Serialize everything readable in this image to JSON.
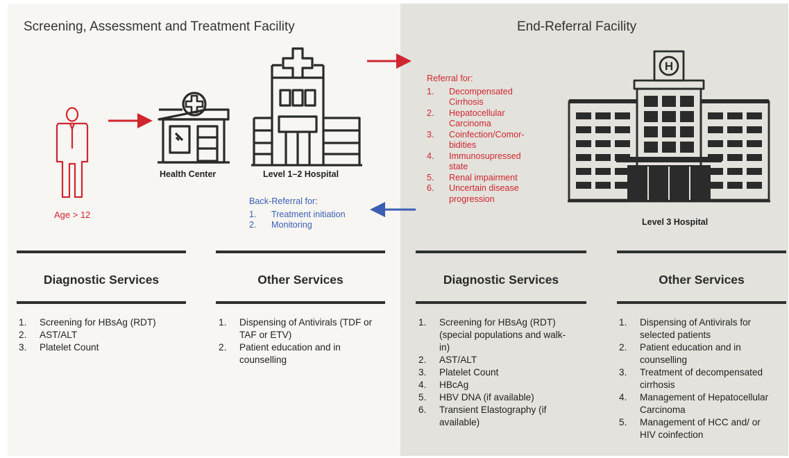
{
  "left_panel": {
    "heading": "Screening, Assessment and Treatment Facility",
    "age_label": "Age > 12",
    "health_center_label": "Health Center",
    "hospital_label": "Level 1–2 Hospital",
    "back_referral": {
      "title": "Back-Referral for:",
      "items": [
        "Treatment initiation",
        "Monitoring"
      ]
    },
    "diagnostic": {
      "title": "Diagnostic Services",
      "items": [
        "Screening for HBsAg (RDT)",
        "AST/ALT",
        "Platelet Count"
      ]
    },
    "other": {
      "title": "Other Services",
      "items": [
        "Dispensing of Antivirals (TDF or TAF or ETV)",
        "Patient education and in counselling"
      ]
    }
  },
  "right_panel": {
    "heading": "End-Referral Facility",
    "hospital_label": "Level 3 Hospital",
    "hospital_sign": "H",
    "referral": {
      "title": "Referral for:",
      "items": [
        "Decompensated Cirrhosis",
        "Hepatocellular Carcinoma",
        "Coinfection/Comor-bidities",
        "Immunosupressed state",
        "Renal impairment",
        "Uncertain disease progression"
      ]
    },
    "diagnostic": {
      "title": "Diagnostic Services",
      "items": [
        "Screening for HBsAg (RDT) (special populations and walk-in)",
        "AST/ALT",
        "Platelet Count",
        "HBcAg",
        "HBV DNA (if available)",
        "Transient Elastography (if available)"
      ]
    },
    "other": {
      "title": "Other Services",
      "items": [
        "Dispensing of Antivirals for selected patients",
        "Patient education and in counselling",
        " Treatment of decompensated cirrhosis",
        "Management of Hepatocellular Carcinoma",
        "Management of HCC and/ or HIV coinfection"
      ]
    }
  },
  "colors": {
    "referral_red": "#d0262f",
    "back_referral_blue": "#3b5fb3",
    "left_bg": "#f7f6f3",
    "right_bg": "#e3e2dc"
  }
}
